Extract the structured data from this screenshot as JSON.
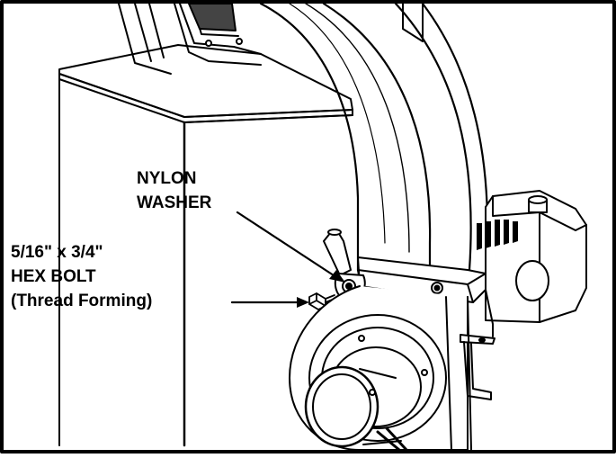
{
  "labels": {
    "washer_line1": "NYLON",
    "washer_line2": "WASHER",
    "bolt_line1": "5/16\" x 3/4\"",
    "bolt_line2": "HEX BOLT",
    "bolt_line3": "(Thread Forming)"
  },
  "colors": {
    "stroke": "#000000",
    "background": "#ffffff",
    "dark_fill": "#444444"
  }
}
